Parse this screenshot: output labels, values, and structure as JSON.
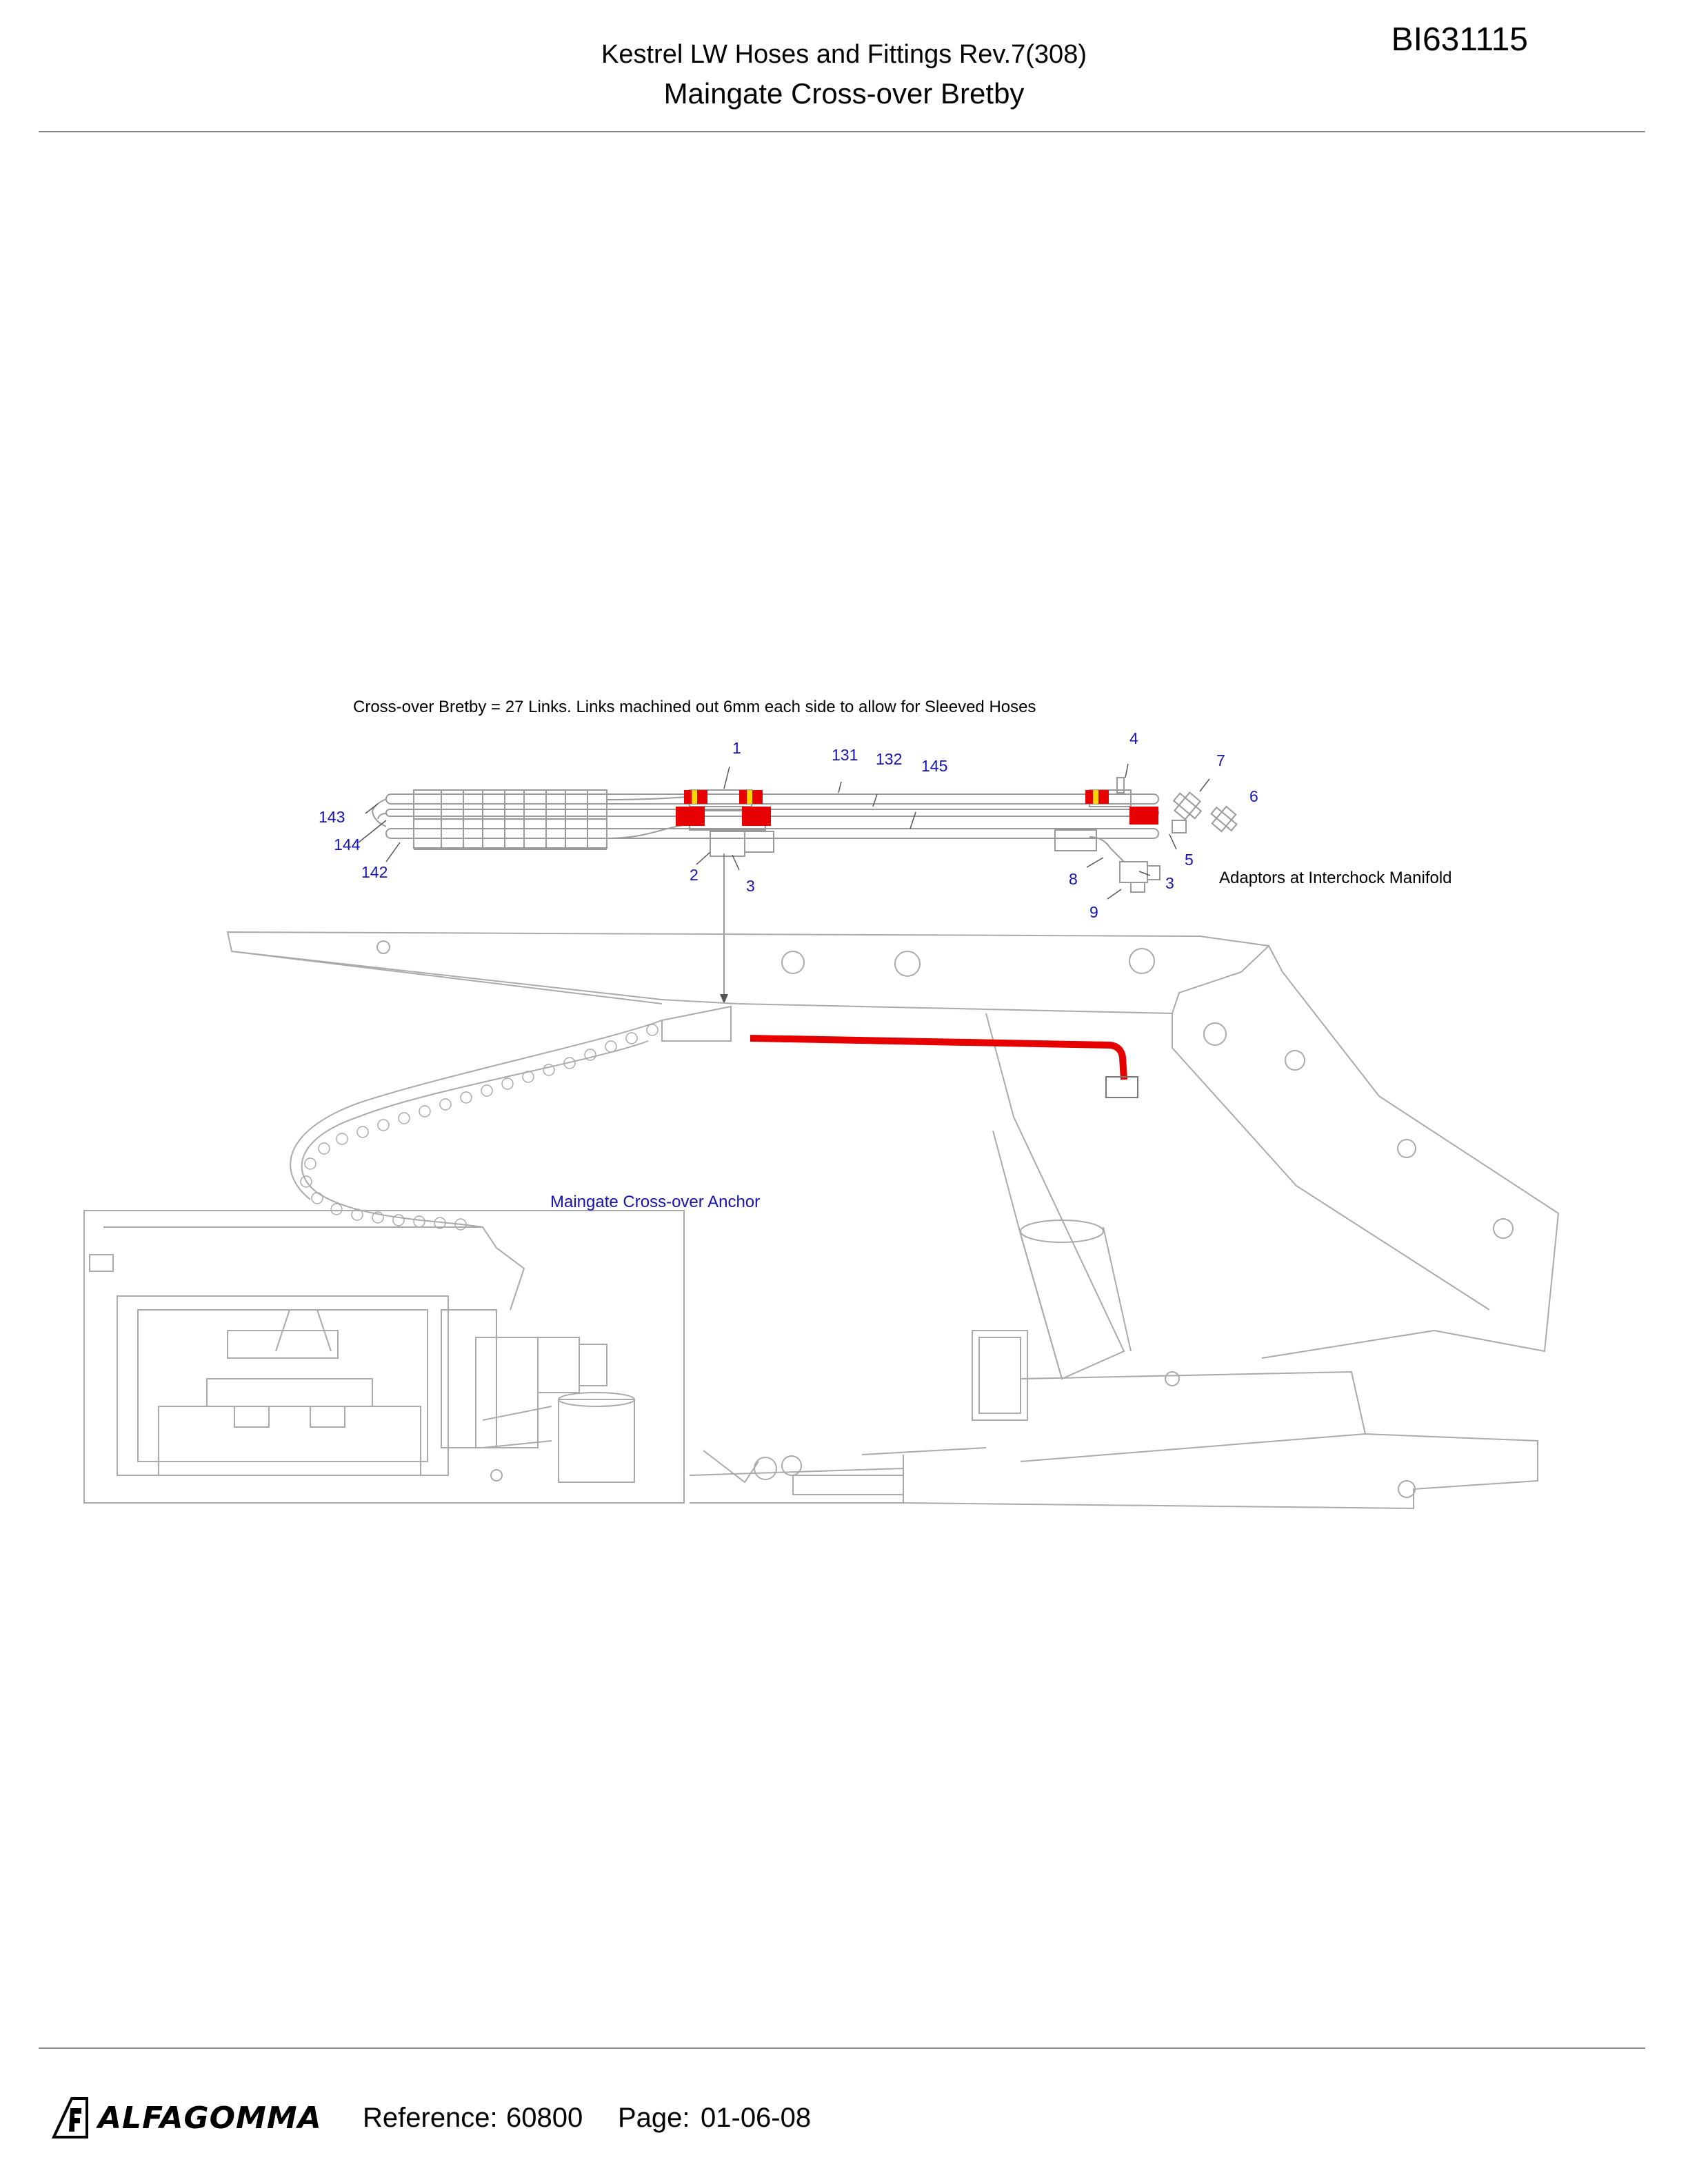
{
  "header": {
    "title": "Kestrel LW Hoses and Fittings Rev.7(308)",
    "subtitle": "Maingate Cross-over Bretby",
    "doc_id": "BI631115"
  },
  "diagram": {
    "note_top": "Cross-over Bretby = 27 Links. Links machined out 6mm each side to allow for Sleeved Hoses",
    "note_adaptors": "Adaptors at Interchock Manifold",
    "anchor_label": "Maingate Cross-over Anchor",
    "callouts": {
      "c1": "1",
      "c131": "131",
      "c132": "132",
      "c145": "145",
      "c4": "4",
      "c7": "7",
      "c6": "6",
      "c143": "143",
      "c144": "144",
      "c142": "142",
      "c2": "2",
      "c3a": "3",
      "c5": "5",
      "c8": "8",
      "c3b": "3",
      "c9": "9"
    },
    "colors": {
      "hose_highlight": "#e60000",
      "band_yellow": "#ffd400",
      "line": "#9a9a9a",
      "callout": "#1414b4"
    }
  },
  "footer": {
    "logo_text": "ALFAGOMMA",
    "logo_icon": "alfagomma-logo-icon",
    "reference_label": "Reference:",
    "reference_value": "60800",
    "page_label": "Page:",
    "page_value": "01-06-08"
  }
}
